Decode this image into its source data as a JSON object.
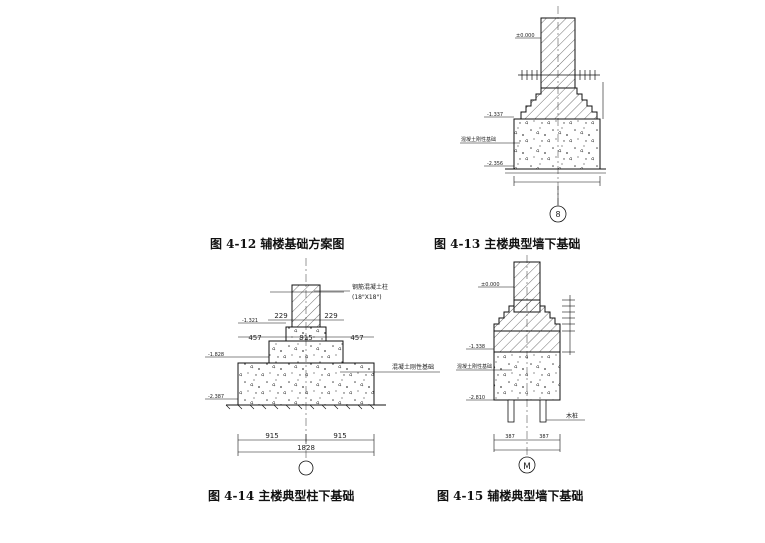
{
  "captions": {
    "fig_4_12": "图 4-12  辅楼基础方案图",
    "fig_4_13": "图 4-13  主楼典型墙下基础",
    "fig_4_14": "图 4-14  主楼典型柱下基础",
    "fig_4_15": "图 4-15  辅楼典型墙下基础"
  },
  "fig13": {
    "axis_label": "8",
    "level_top": "±0.000",
    "level_mid": "-1.337",
    "level_bottom": "-2.356",
    "callout": "混凝土刚性基础"
  },
  "fig14": {
    "column_label": "钢筋混凝土柱",
    "column_size": "(18\"X18\")",
    "dim_229_left": "229",
    "dim_229_right": "229",
    "dim_457_left": "457",
    "dim_457_right": "457",
    "dim_915_center": "915",
    "dim_915_left": "915",
    "dim_915_right": "915",
    "dim_total": "1828",
    "level_1": "-1.321",
    "level_2": "-1.828",
    "level_3": "-2.387",
    "callout": "混凝土刚性基础"
  },
  "fig15": {
    "axis_label": "M",
    "level_top": "±0.000",
    "level_mid": "-1.338",
    "level_bottom": "-2.810",
    "callout": "混凝土刚性基础",
    "pile_label": "木桩",
    "dim_left": "387",
    "dim_right": "387"
  }
}
